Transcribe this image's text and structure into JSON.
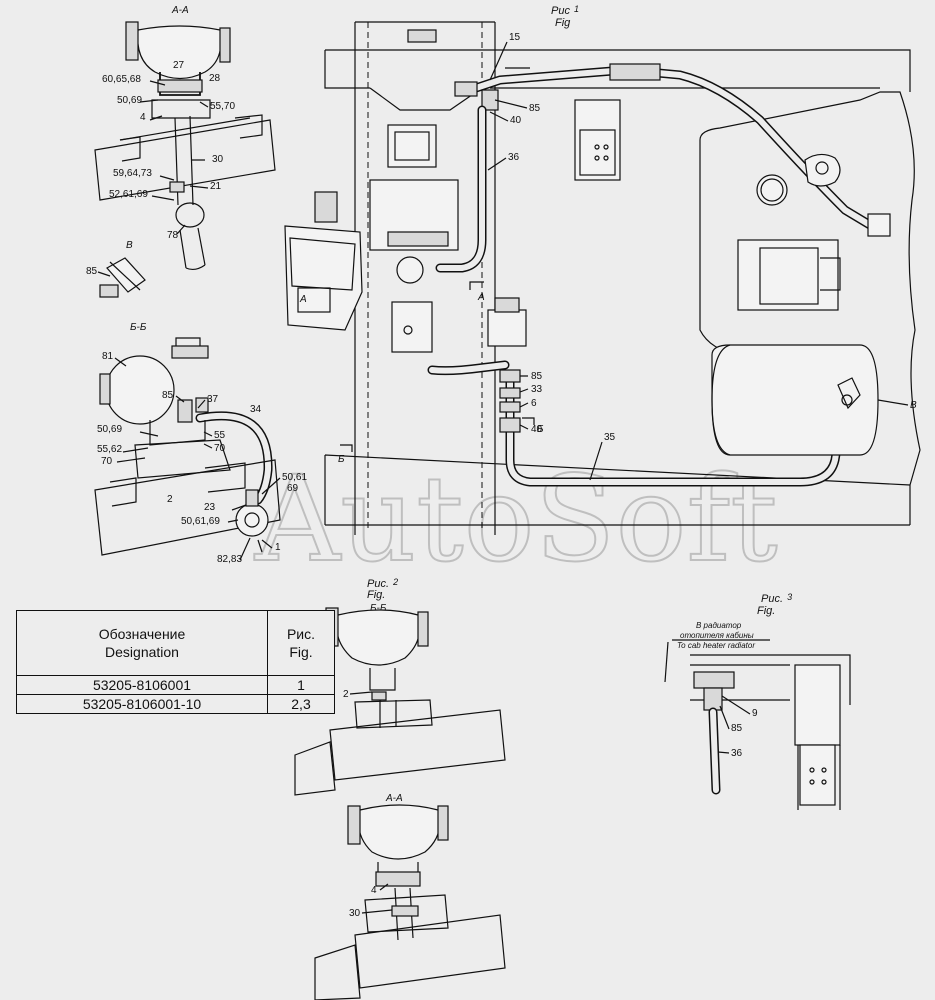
{
  "figures": {
    "fig1": {
      "ru": "Рис",
      "num": "1",
      "en": "Fig"
    },
    "fig2": {
      "ru": "Рис.",
      "num": "2",
      "en": "Fig."
    },
    "fig3": {
      "ru": "Рис.",
      "num": "3",
      "en": "Fig."
    }
  },
  "sections": {
    "aa_top": "A-A",
    "b_view": "B",
    "bb_left": "Б-Б",
    "bb_fig2": "Б-Б",
    "aa_fig2": "A-A",
    "cut_a_upper": "A",
    "cut_a_lower": "A",
    "cut_b_left": "Б",
    "cut_b_right": "Б",
    "view_b_right": "B"
  },
  "labels": {
    "aa": [
      "27",
      "60,65,68",
      "28",
      "50,69",
      "55,70",
      "4",
      "30",
      "59,64,73",
      "21",
      "52,61,69",
      "78"
    ],
    "bview": [
      "85"
    ],
    "bb": [
      "81",
      "85",
      "37",
      "34",
      "50,69",
      "55",
      "70",
      "55,62",
      "70",
      "2",
      "23",
      "50,61",
      "69",
      "50,61,69",
      "82,83",
      "1"
    ],
    "main": [
      "15",
      "85",
      "40",
      "36",
      "85",
      "33",
      "6",
      "40",
      "35"
    ],
    "fig2": [
      "2",
      "4",
      "30"
    ],
    "fig3": [
      "85",
      "9",
      "36"
    ]
  },
  "fig3_note": {
    "line1": "В радиатор",
    "line2": "отопителя кабины",
    "line3": "To cab heater radiator"
  },
  "watermark": "AutoSoft",
  "table": {
    "headers": [
      {
        "ru": "Обозначение",
        "en": "Designation"
      },
      {
        "ru": "Рис.",
        "en": "Fig."
      }
    ],
    "rows": [
      {
        "designation": "53205-8106001",
        "fig": "1"
      },
      {
        "designation": "53205-8106001-10",
        "fig": "2,3"
      }
    ]
  }
}
